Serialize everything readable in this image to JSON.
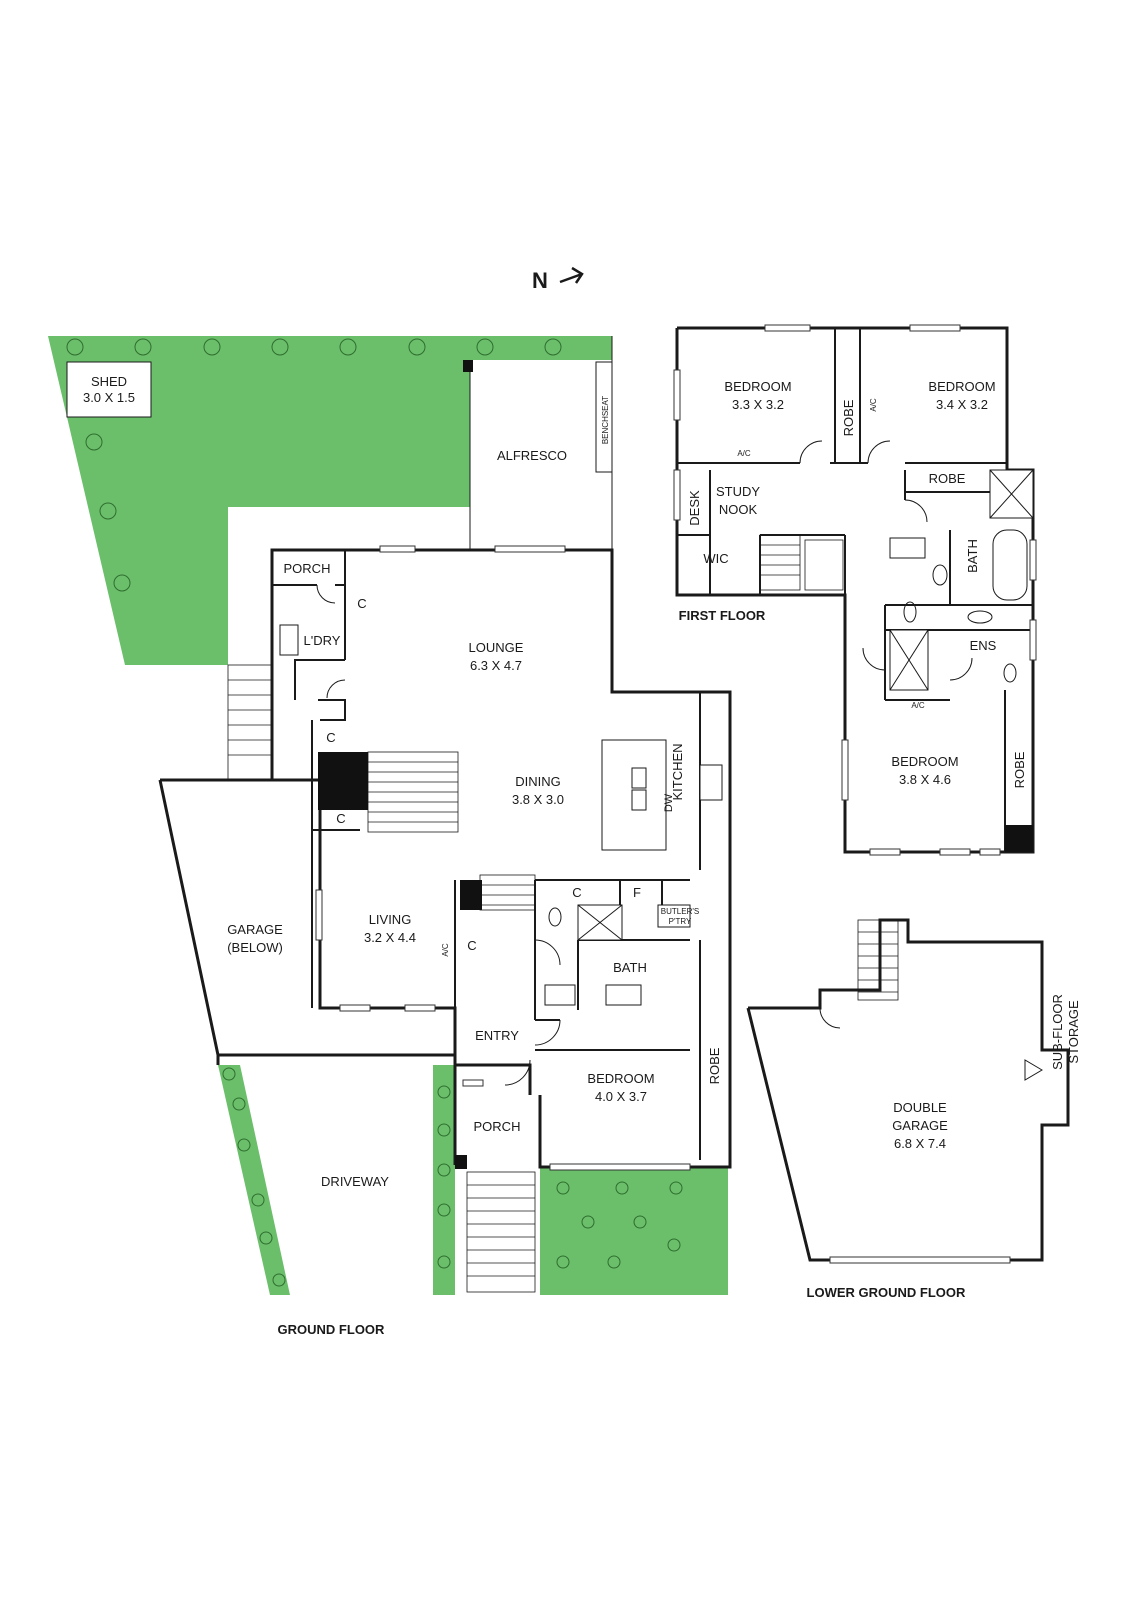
{
  "north": {
    "letter": "N",
    "arrow_icon": "arrow-right-icon"
  },
  "floors": {
    "ground": "GROUND FLOOR",
    "first": "FIRST FLOOR",
    "lower": "LOWER GROUND FLOOR"
  },
  "ground": {
    "shed": {
      "name": "SHED",
      "dims": "3.0 X 1.5"
    },
    "alfresco": "ALFRESCO",
    "benchseat": "BENCHSEAT",
    "porch_rear": "PORCH",
    "laundry": "L'DRY",
    "cupboard_1": "C",
    "cupboard_2": "C",
    "cupboard_3": "C",
    "cupboard_4": "C",
    "cupboard_5": "C",
    "lounge": {
      "name": "LOUNGE",
      "dims": "6.3 X 4.7"
    },
    "dining": {
      "name": "DINING",
      "dims": "3.8 X 3.0"
    },
    "kitchen": "KITCHEN",
    "dw": "DW",
    "fridge": "F",
    "butlers": [
      "BUTLER'S",
      "P'TRY"
    ],
    "bath": "BATH",
    "living": {
      "name": "LIVING",
      "dims": "3.2 X 4.4"
    },
    "ac": "A/C",
    "garage_below": [
      "GARAGE",
      "(BELOW)"
    ],
    "entry": "ENTRY",
    "porch_front": "PORCH",
    "bedroom": {
      "name": "BEDROOM",
      "dims": "4.0 X 3.7"
    },
    "robe": "ROBE",
    "driveway": "DRIVEWAY"
  },
  "first": {
    "bedroom_1": {
      "name": "BEDROOM",
      "dims": "3.3 X 3.2"
    },
    "bedroom_2": {
      "name": "BEDROOM",
      "dims": "3.4 X 3.2"
    },
    "bedroom_3": {
      "name": "BEDROOM",
      "dims": "3.8 X 4.6"
    },
    "robe_1": "ROBE",
    "robe_2": "ROBE",
    "robe_3": "ROBE",
    "ac_1": "A/C",
    "ac_2": "A/C",
    "ac_3": "A/C",
    "desk": "DESK",
    "study": [
      "STUDY",
      "NOOK"
    ],
    "wic": "WIC",
    "bath": "BATH",
    "ens": "ENS"
  },
  "lower": {
    "garage": {
      "name": [
        "DOUBLE",
        "GARAGE"
      ],
      "dims": "6.8 X 7.4"
    },
    "storage": [
      "SUB-FLOOR",
      "STORAGE"
    ]
  },
  "colors": {
    "grass": "#6bbf6b",
    "wall": "#1a1a1a",
    "paving": "#ffffff"
  }
}
